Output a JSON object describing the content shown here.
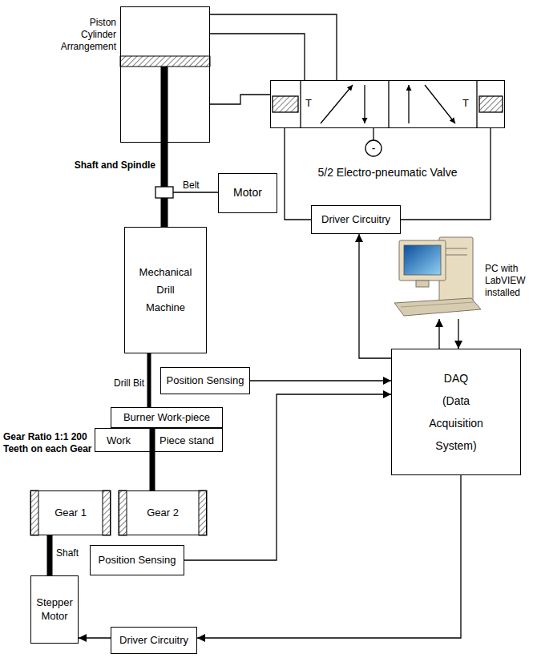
{
  "diagram": {
    "nodes": [
      {
        "text": [
          "Piston Cylinder Arrangement"
        ]
      },
      {
        "text": [
          "5/2 Electro-pneumatic Valve"
        ]
      },
      {
        "text": [
          "Motor"
        ]
      },
      {
        "text": [
          "Driver Circuitry"
        ]
      },
      {
        "text": [
          "PC with LabVIEW installed"
        ]
      },
      {
        "text": [
          "Mechanical Drill Machine"
        ]
      },
      {
        "text": [
          "Position Sensing"
        ]
      },
      {
        "text": [
          "DAQ (Data Acquisition System)"
        ]
      },
      {
        "text": [
          "Burner Work-piece"
        ]
      },
      {
        "text": [
          "Work",
          "Piece stand"
        ]
      },
      {
        "text": [
          "Gear 1"
        ]
      },
      {
        "text": [
          "Gear 2"
        ]
      },
      {
        "text": [
          "Position Sensing"
        ]
      },
      {
        "text": [
          "Stepper Motor"
        ]
      },
      {
        "text": [
          "Driver Circuitry"
        ]
      }
    ],
    "edges": [
      {
        "from": 1,
        "to": 0,
        "arrow": "none"
      },
      {
        "from": 1,
        "to": 0,
        "arrow": "none"
      },
      {
        "from": 1,
        "to": 0,
        "arrow": "none"
      },
      {
        "from": 3,
        "to": 1,
        "arrow": "none"
      },
      {
        "from": 3,
        "to": 1,
        "arrow": "none"
      },
      {
        "from": 7,
        "to": 3,
        "arrow": "to"
      },
      {
        "from": 7,
        "to": 4,
        "arrow": "to"
      },
      {
        "from": 4,
        "to": 7,
        "arrow": "to"
      },
      {
        "from": 0,
        "to": 5,
        "arrow": "none"
      },
      {
        "from": 5,
        "to": 8,
        "arrow": "none"
      },
      {
        "from": 6,
        "to": 7,
        "arrow": "to"
      },
      {
        "from": 11,
        "to": 8,
        "arrow": "none"
      },
      {
        "from": 12,
        "to": 7,
        "arrow": "to"
      },
      {
        "from": 7,
        "to": 14,
        "arrow": "to"
      },
      {
        "from": 14,
        "to": 13,
        "arrow": "to"
      },
      {
        "from": 13,
        "to": 10,
        "arrow": "none"
      }
    ],
    "labels": [
      "Shaft and Spindle",
      "Belt",
      "T",
      "T",
      "-",
      "Drill Bit",
      "Gear Ratio 1:1 200 Teeth on each Gear",
      "Shaft"
    ]
  }
}
